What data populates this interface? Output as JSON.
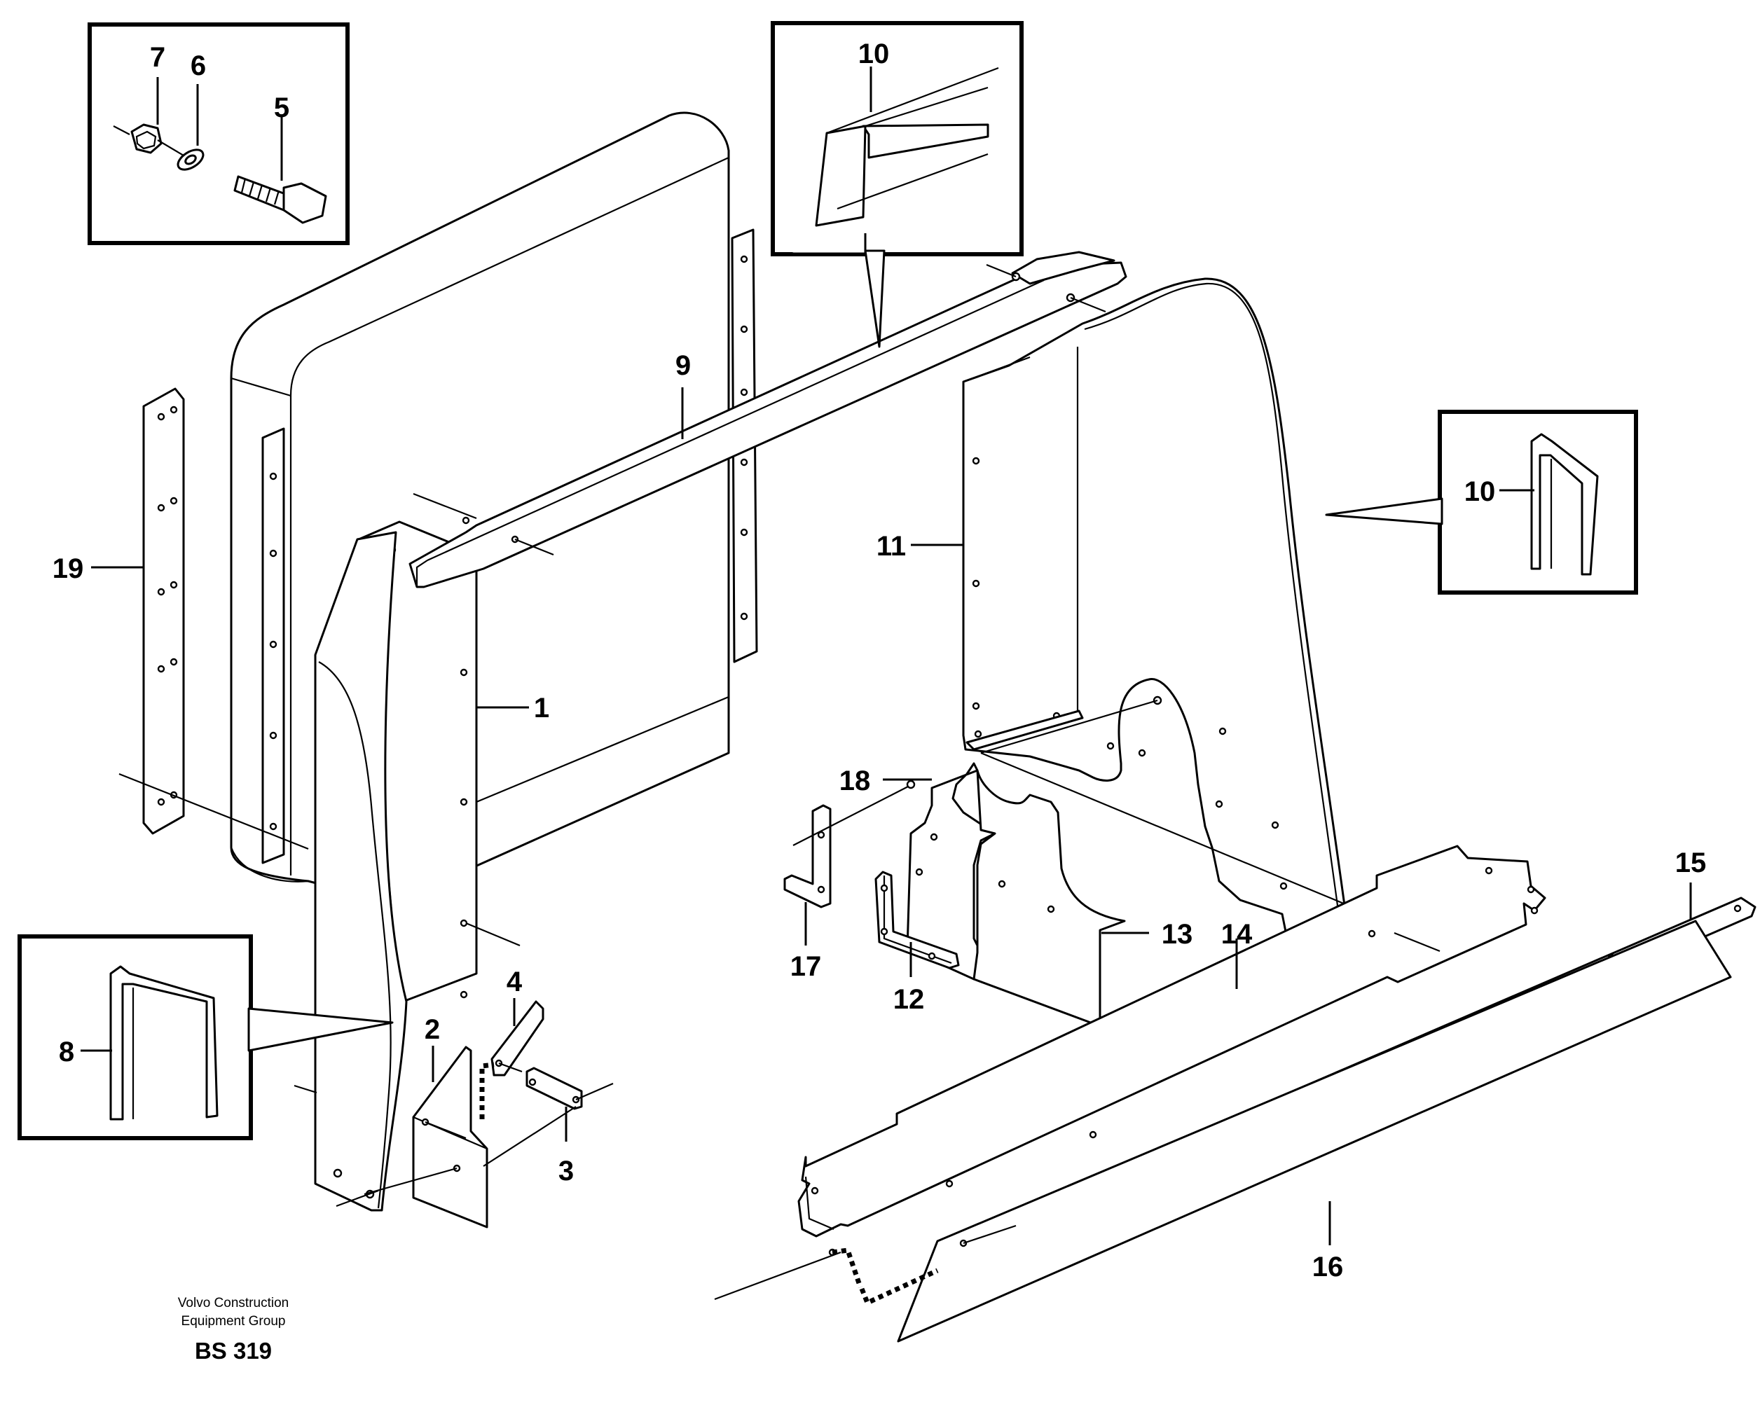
{
  "callouts": {
    "c1": "1",
    "c2": "2",
    "c3": "3",
    "c4": "4",
    "c5": "5",
    "c6": "6",
    "c7": "7",
    "c8": "8",
    "c9": "9",
    "c10a": "10",
    "c10b": "10",
    "c11": "11",
    "c12": "12",
    "c13": "13",
    "c14": "14",
    "c15": "15",
    "c16": "16",
    "c17": "17",
    "c18": "18",
    "c19": "19"
  },
  "footer": {
    "company_line1": "Volvo Construction",
    "company_line2": "Equipment Group",
    "code": "BS 319"
  }
}
